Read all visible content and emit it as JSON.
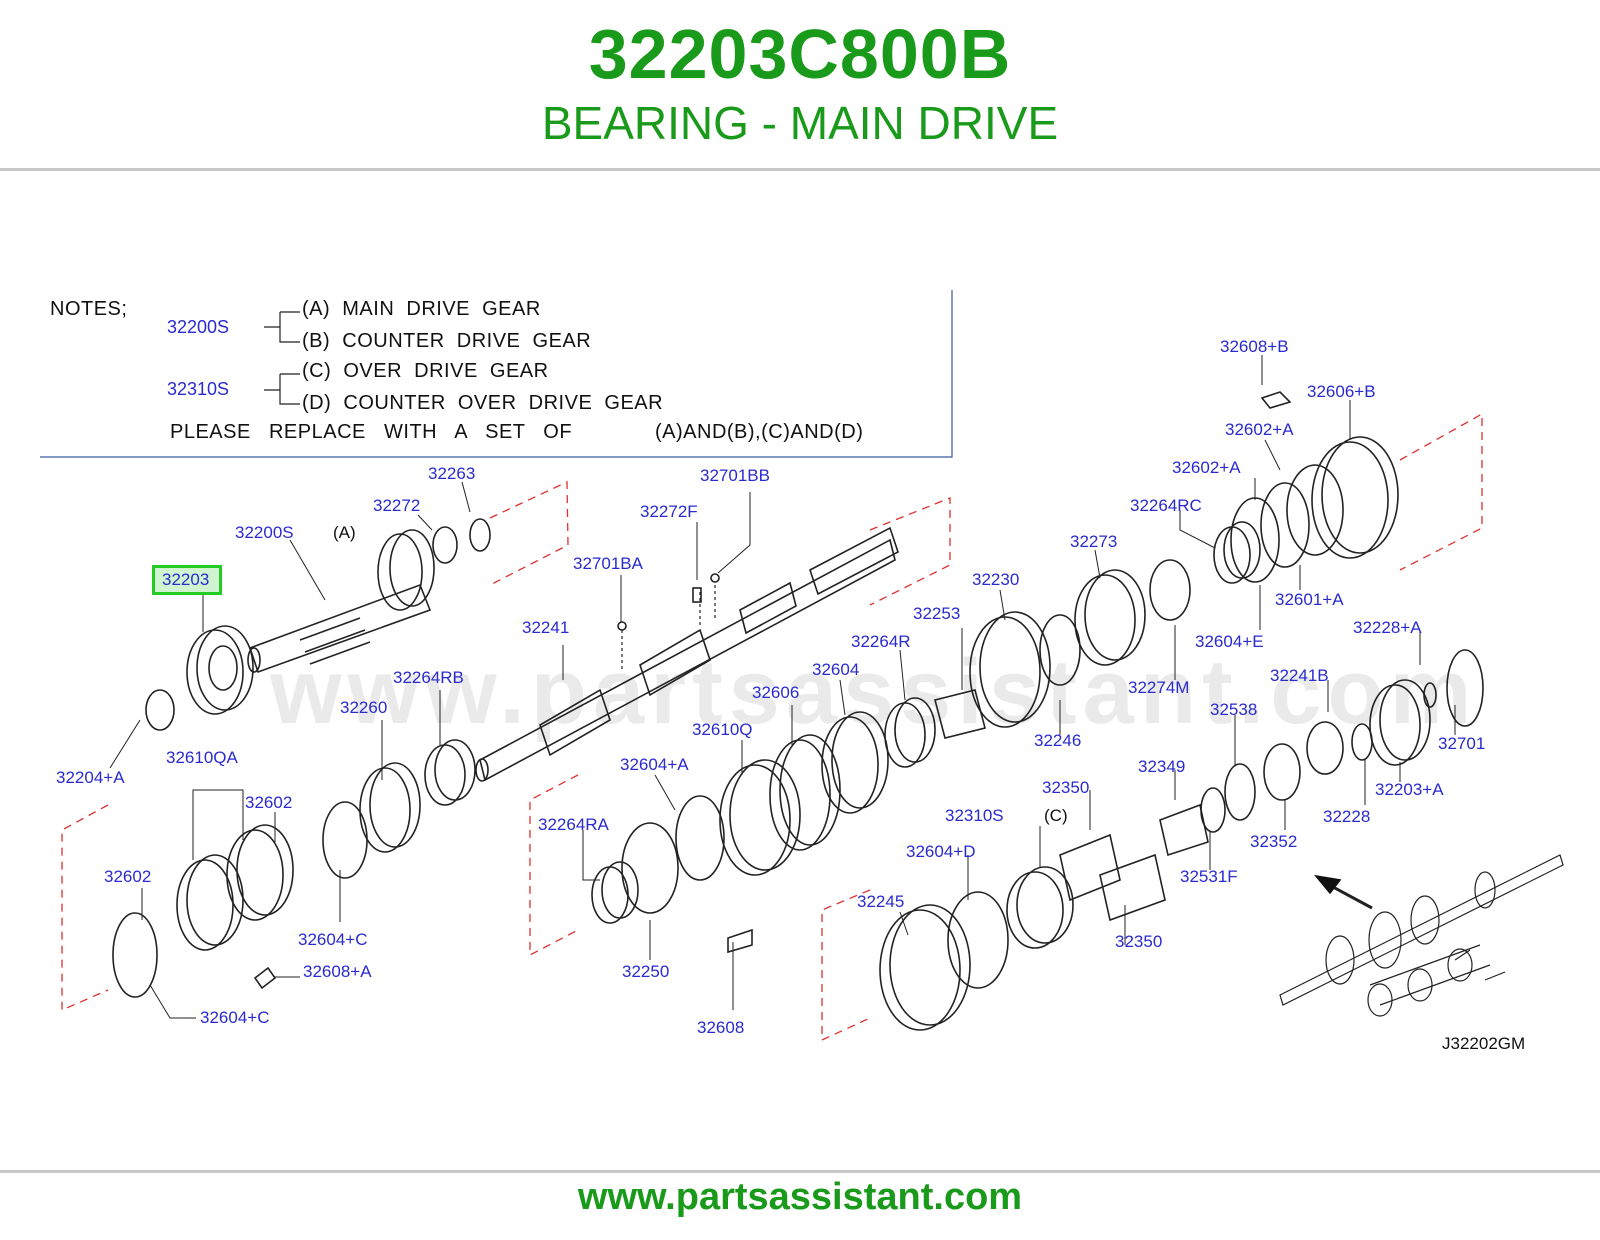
{
  "header": {
    "part_number": "32203C800B",
    "description": "BEARING - MAIN DRIVE"
  },
  "notes": {
    "heading": "NOTES;",
    "ref1": "32200S",
    "ref2": "32310S",
    "line_a": "(A)  MAIN  DRIVE  GEAR",
    "line_b": "(B)  COUNTER  DRIVE  GEAR",
    "line_c": "(C)  OVER  DRIVE  GEAR",
    "line_d": "(D)  COUNTER  OVER  DRIVE  GEAR",
    "replace_text": "PLEASE   REPLACE   WITH   A   SET   OF",
    "replace_sets": "(A)AND(B),(C)AND(D)"
  },
  "labels": {
    "l32203": "32203",
    "l32200S": "32200S",
    "lA": "(A)",
    "l32272": "32272",
    "l32263": "32263",
    "l32204A": "32204+A",
    "l32610QA": "32610QA",
    "l32602a": "32602",
    "l32602b": "32602",
    "l32604Ca": "32604+C",
    "l32608A": "32608+A",
    "l32604Cb": "32604+C",
    "l32260": "32260",
    "l32264RB": "32264RB",
    "l32241": "32241",
    "l32701BA": "32701BA",
    "l32272F": "32272F",
    "l32701BB": "32701BB",
    "l32606": "32606",
    "l32610Q": "32610Q",
    "l32604A": "32604+A",
    "l32264RA": "32264RA",
    "l32250": "32250",
    "l32608": "32608",
    "l32604": "32604",
    "l32264R": "32264R",
    "l32253": "32253",
    "l32230": "32230",
    "l32246": "32246",
    "l32273": "32273",
    "l32274M": "32274M",
    "l32264RC": "32264RC",
    "l32602Aa": "32602+A",
    "l32602Ab": "32602+A",
    "l32608B": "32608+B",
    "l32606B": "32606+B",
    "l32601A": "32601+A",
    "l32604E": "32604+E",
    "l32228A": "32228+A",
    "l32241B": "32241B",
    "l32538": "32538",
    "l32701": "32701",
    "l32203A": "32203+A",
    "l32228": "32228",
    "l32352": "32352",
    "l32349": "32349",
    "l32350a": "32350",
    "l32350b": "32350",
    "l32531F": "32531F",
    "l32310S": "32310S",
    "lC": "(C)",
    "l32604D": "32604+D",
    "l32245": "32245",
    "lJ32202GM": "J32202GM"
  },
  "watermark": "www.partsassistant.com",
  "footer": {
    "url": "www.partsassistant.com"
  },
  "colors": {
    "brand_green": "#1a9a1a",
    "label_blue": "#2a2ad0",
    "highlight_green": "#22cc22",
    "dashed_red": "#e03030"
  }
}
